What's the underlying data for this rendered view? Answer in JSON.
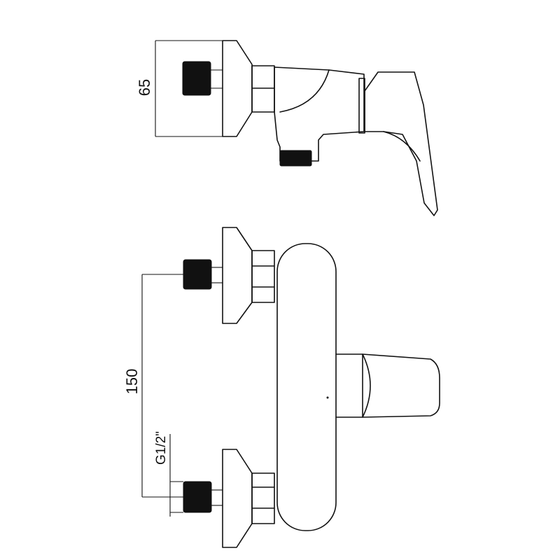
{
  "dimensions": {
    "depth_label": "65",
    "spacing_label": "150",
    "thread_label": "G1/2\""
  },
  "colors": {
    "line": "#111111",
    "background": "#ffffff"
  }
}
